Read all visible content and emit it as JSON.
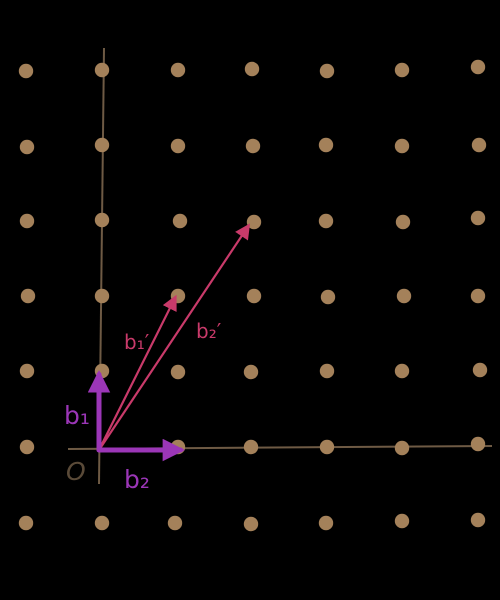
{
  "colors": {
    "background": "#000000",
    "lattice_point": "#a4815a",
    "axis": "#6e5a44",
    "basis_vector": "#9b36b7",
    "transformed_vector": "#c93a6a",
    "origin_label": "#5a4a38"
  },
  "lattice": {
    "columns": 7,
    "rows": 7,
    "origin_column": 1,
    "origin_row": 5
  },
  "vectors": {
    "b1": {
      "label": "b₁",
      "x": 0,
      "y": 1
    },
    "b2": {
      "label": "b₂",
      "x": 1,
      "y": 0
    },
    "b1_prime": {
      "label": "b₁′",
      "x": 1,
      "y": 2
    },
    "b2_prime": {
      "label": "b₂′",
      "x": 2,
      "y": 3
    }
  },
  "labels": {
    "origin": "O"
  }
}
